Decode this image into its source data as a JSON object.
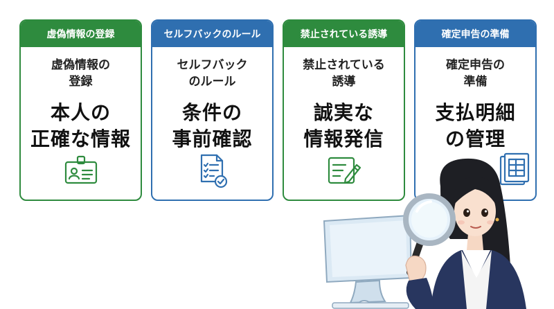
{
  "cards": [
    {
      "header": "虚偽情報の登録",
      "sub": [
        "虚偽情報の",
        "登録"
      ],
      "main": [
        "本人の",
        "正確な情報"
      ],
      "icon": "id-card-icon",
      "color": "#2e8b3e"
    },
    {
      "header": "セルフバックのルール",
      "sub": [
        "セルフバック",
        "のルール"
      ],
      "main": [
        "条件の",
        "事前確認"
      ],
      "icon": "checklist-document-icon",
      "color": "#2f6fb0"
    },
    {
      "header": "禁止されている誘導",
      "sub": [
        "禁止されている",
        "誘導"
      ],
      "main": [
        "誠実な",
        "情報発信"
      ],
      "icon": "pen-writing-icon",
      "color": "#2e8b3e"
    },
    {
      "header": "確定申告の準備",
      "sub": [
        "確定申告の",
        "準備"
      ],
      "main": [
        "支払明細",
        "の管理"
      ],
      "icon": "ledger-document-icon",
      "color": "#2f6fb0"
    }
  ],
  "illustration": {
    "subject": "woman-with-magnifying-glass-at-computer"
  }
}
